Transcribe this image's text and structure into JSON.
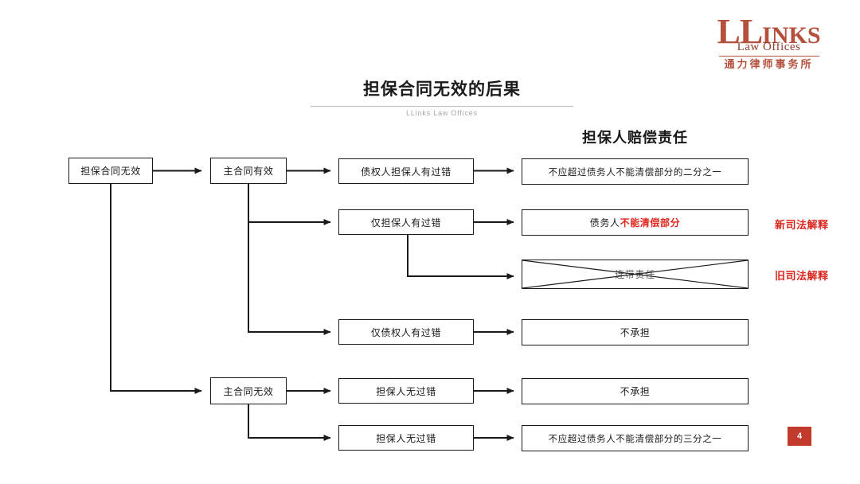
{
  "logo": {
    "main_ll": "LL",
    "main_inks": "INKS",
    "sub": "Law Offices",
    "chinese": "通力律师事务所"
  },
  "title": {
    "main": "担保合同无效的后果",
    "sub": "LLinks Law Offices"
  },
  "column_heading": "担保人赔偿责任",
  "nodes": {
    "root": "担保合同无效",
    "main_valid": "主合同有效",
    "main_invalid": "主合同无效",
    "fault_both": "债权人担保人有过错",
    "fault_guarantor": "仅担保人有过错",
    "fault_creditor": "仅债权人有过错",
    "no_fault_1": "担保人无过错",
    "no_fault_2": "担保人无过错",
    "result_half": "不应超过债务人不能清偿部分的二分之一",
    "result_unpaid_prefix": "债务人",
    "result_unpaid_highlight": "不能清偿部分",
    "result_joint": "连带责任",
    "result_none_1": "不承担",
    "result_none_2": "不承担",
    "result_third": "不应超过债务人不能清偿部分的三分之一"
  },
  "annotations": {
    "new_interpretation": "新司法解释",
    "old_interpretation": "旧司法解释"
  },
  "page_number": "4",
  "colors": {
    "brand_red": "#b4503c",
    "accent_red": "#e0261c",
    "badge_red": "#c0392b",
    "stroke": "#1a1a1a"
  }
}
